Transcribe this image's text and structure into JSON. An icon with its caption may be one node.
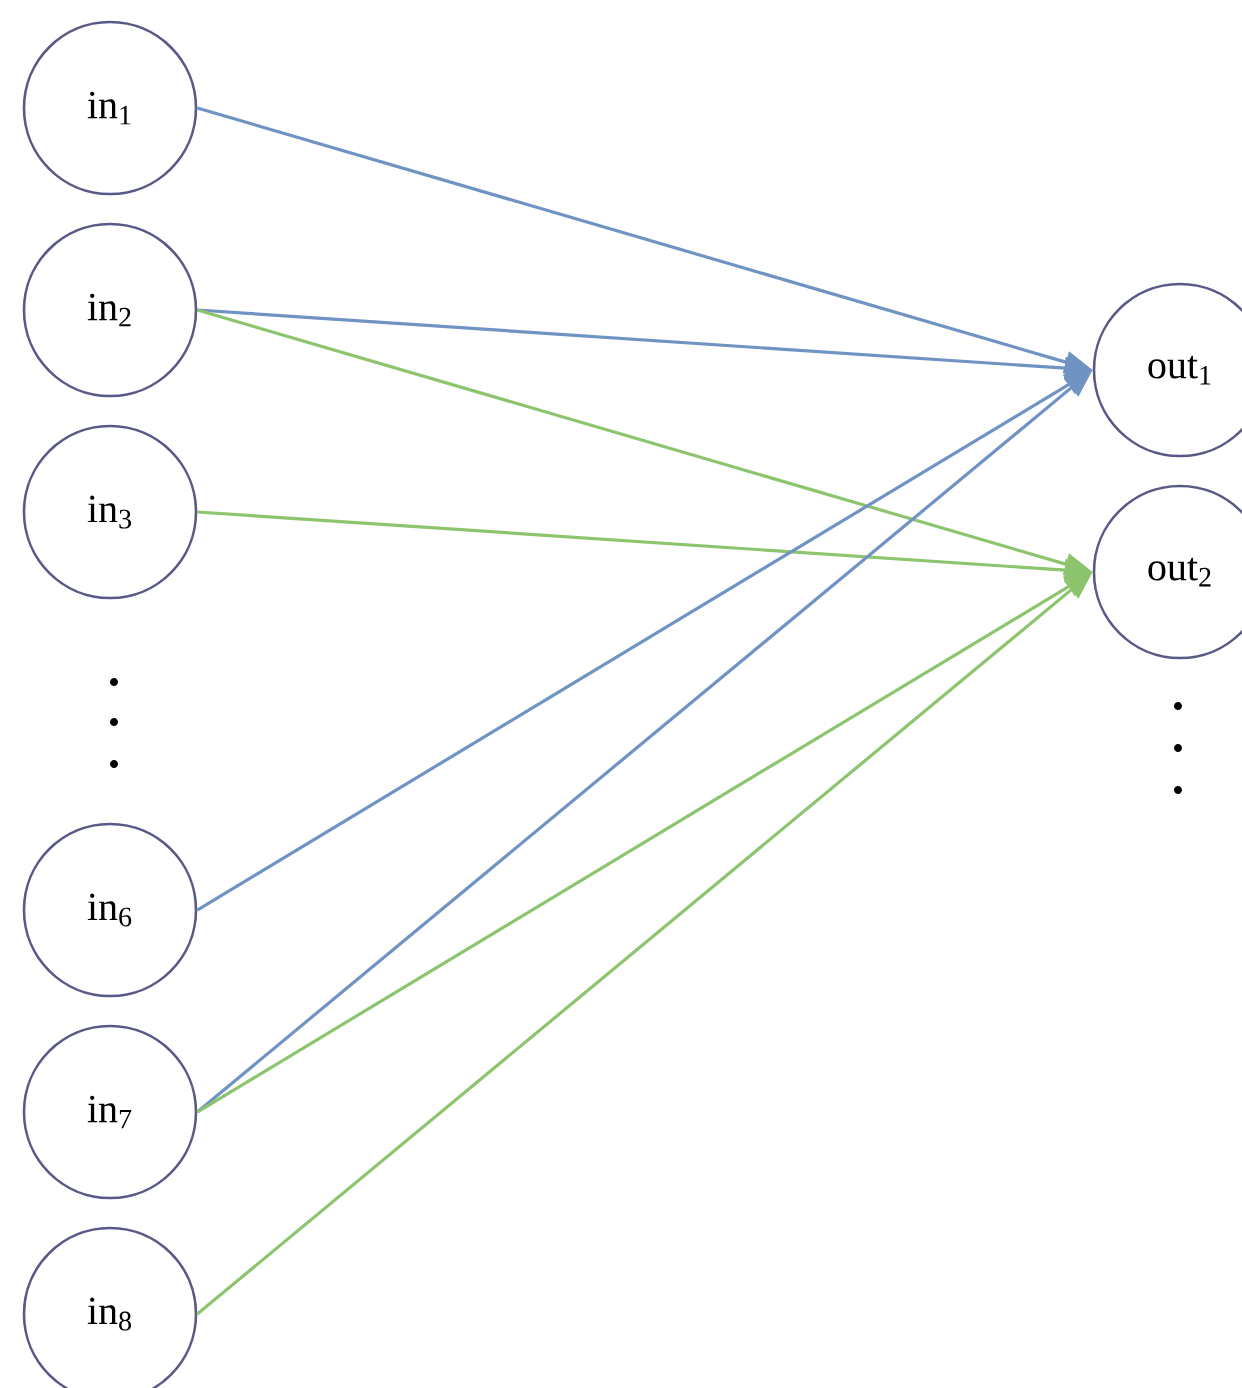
{
  "diagram": {
    "nodes": [
      {
        "text": [
          "in$_{1}$"
        ]
      },
      {
        "text": [
          "in$_{2}$"
        ]
      },
      {
        "text": [
          "in$_{3}$"
        ]
      },
      {
        "text": [
          "in$_{6}$"
        ]
      },
      {
        "text": [
          "in$_{7}$"
        ]
      },
      {
        "text": [
          "in$_{8}$"
        ]
      },
      {
        "text": [
          "out$_{1}$"
        ]
      },
      {
        "text": [
          "out$_{2}$"
        ]
      }
    ],
    "edges": [
      {
        "from": 0,
        "to": 6,
        "arrow": "to",
        "color": "#6f93c2"
      },
      {
        "from": 1,
        "to": 6,
        "arrow": "to",
        "color": "#6f93c2"
      },
      {
        "from": 1,
        "to": 7,
        "arrow": "to",
        "color": "#8cc56e"
      },
      {
        "from": 2,
        "to": 7,
        "arrow": "to",
        "color": "#8cc56e"
      },
      {
        "from": 3,
        "to": 6,
        "arrow": "to",
        "color": "#6f93c2"
      },
      {
        "from": 4,
        "to": 6,
        "arrow": "to",
        "color": "#6f93c2"
      },
      {
        "from": 4,
        "to": 7,
        "arrow": "to",
        "color": "#8cc56e"
      },
      {
        "from": 5,
        "to": 7,
        "arrow": "to",
        "color": "#8cc56e"
      }
    ]
  }
}
